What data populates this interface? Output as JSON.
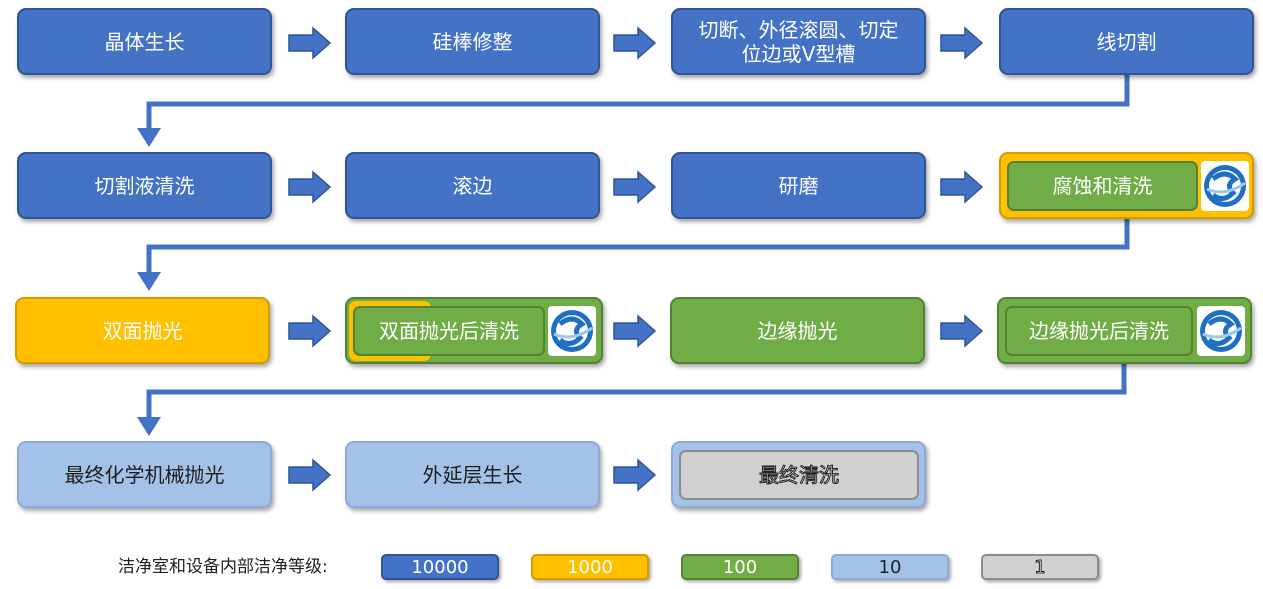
{
  "steps": {
    "s1": "晶体生长",
    "s2": "硅棒修整",
    "s3": "切断、外径滚圆、切定位边或V型槽",
    "s4": "线切割",
    "s5": "切割液清洗",
    "s6": "滚边",
    "s7": "研磨",
    "s8": "腐蚀和清洗",
    "s9": "双面抛光",
    "s10": "双面抛光后清洗",
    "s11": "边缘抛光",
    "s12": "边缘抛光后清洗",
    "s13": "最终化学机械抛光",
    "s14": "外延层生长",
    "s15": "最终清洗"
  },
  "legend": {
    "label": "洁净室和设备内部洁净等级:",
    "levels": [
      "10000",
      "1000",
      "100",
      "10",
      "1"
    ]
  },
  "colors": {
    "class_10000": "#4472c4",
    "class_1000": "#ffc000",
    "class_100": "#70ad47",
    "class_10": "#a4c2e8",
    "class_1": "#d0d0d0",
    "arrow": "#4472c4"
  },
  "icons": {
    "arrow": "right-arrow-icon",
    "connector": "down-arrow-connector",
    "logo": "company-logo-icon"
  }
}
